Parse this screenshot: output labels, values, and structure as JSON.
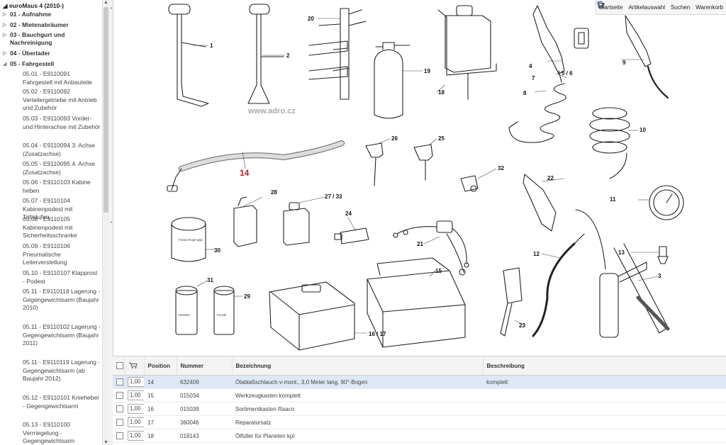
{
  "toolbar": {
    "home": "Startseite",
    "article": "Artikelauswahl",
    "search": "Suchen",
    "cart": "Warenkorb"
  },
  "tree": {
    "root": "euroMaus 4 (2010-)",
    "nodes": [
      {
        "label": "01 - Aufnahme"
      },
      {
        "label": "02 - Mietenabräumer"
      },
      {
        "label": "03 - Bauchgurt und Nachreinigung"
      },
      {
        "label": "04 - Überlader"
      },
      {
        "label": "05 - Fahrgestell"
      }
    ],
    "leaves": [
      "05.01 - E9110091 Fahrgestell mit Anbauteile",
      "05.02 - E9110092 Verteilergetriebe mit Antrieb und Zubehör",
      "05.03 - E9110093 Vorder- und Hinterachse mit Zubehör",
      "05.04 - E9110094 3. Achse (Zusatzachse)",
      "05.05 - E9110095 4. Achse (Zusatzachse)",
      "05.06 - E9110103 Kabine heben",
      "05.07 - E9110104 Kabinenpodest mit Trittstufen",
      "05.08 - E9110105 Kabinenpodest mit Sicherheitsschranke",
      "05.09 - E9110106 Pneumatische Leiterverstellung",
      "05.10 - E9110107 Klapprost - Podest",
      "05.11 - E9110118 Lagerung - Gegengewichtsarm (Baujahr 2010)",
      "05.11 - E9110102 Lagerung - Gegengewichtsarm (Baujahr 2011)",
      "05.11 - E9110119 Lagerung - Gegengewichtsarm (ab Baujahr 2012)",
      "05.12 - E9110101 Kniehebel - Gegengewichtsarm",
      "05.13 - E9110100 Verrriegelung - Gegengewichtsarm"
    ]
  },
  "drawing": {
    "watermark": "www.adro.cz",
    "callouts": [
      "1",
      "2",
      "20",
      "19",
      "18",
      "4",
      "7",
      "5 / 6",
      "9",
      "8",
      "10",
      "26",
      "25",
      "32",
      "22",
      "11",
      "14",
      "28",
      "27 / 33",
      "24",
      "21",
      "30",
      "12",
      "13",
      "3",
      "31",
      "29",
      "15",
      "16 / 17",
      "23"
    ],
    "labels": {
      "can30": "Fortus Rope-grip",
      "can31": "HANNA",
      "can29": "FLUID"
    }
  },
  "table": {
    "columns": [
      "Position",
      "Nummer",
      "Bezeichnung",
      "Beschreibung"
    ],
    "rows": [
      {
        "qty": "1,00",
        "position": "14",
        "nummer": "632409",
        "bezeichnung": "Ölablaßschlauch v-mont., 3,0 Meter lang, 90°-Bogen",
        "beschreibung": "komplett",
        "selected": true
      },
      {
        "qty": "1,00",
        "position": "15",
        "nummer": "015034",
        "bezeichnung": "Werkzeugkasten komplett",
        "beschreibung": "",
        "selected": false
      },
      {
        "qty": "1,00",
        "position": "16",
        "nummer": "015039",
        "bezeichnung": "Sortimentkasten Raaco",
        "beschreibung": "",
        "selected": false
      },
      {
        "qty": "1,00",
        "position": "17",
        "nummer": "360046",
        "bezeichnung": "Reparatursatz",
        "beschreibung": "",
        "selected": false
      },
      {
        "qty": "1,00",
        "position": "18",
        "nummer": "018143",
        "bezeichnung": "Ölfüller für Planeten kpl",
        "beschreibung": "",
        "selected": false
      }
    ]
  },
  "colors": {
    "selected_row": "#dfe8f6",
    "highlight_callout": "#c62020"
  }
}
